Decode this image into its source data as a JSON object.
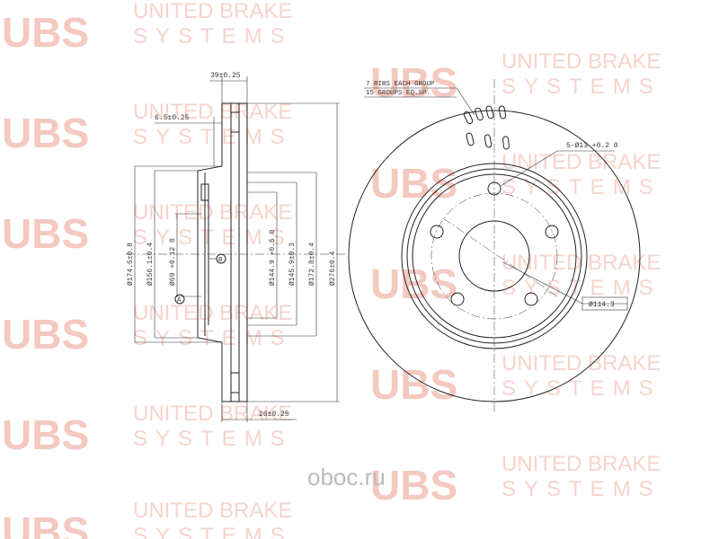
{
  "watermark": {
    "logo": "UBS",
    "line1": "UNITED BRAKE",
    "line2": "SYSTEMS"
  },
  "side_view": {
    "dim_overall_width": "39±0.25",
    "dim_hat_thickness": "6.5±0.25",
    "dim_hub_height": "26±0.25",
    "dim_d174": "Ø174.5±0.8",
    "dim_d156": "Ø156.1±0.4",
    "dim_d69": "Ø69 +0.12 0",
    "dim_d144": "Ø144.9 +0.5 0",
    "dim_d145": "Ø145.9±0.3",
    "dim_d172": "Ø172.8±0.4",
    "dim_d276": "Ø276±0.4",
    "datum_a": "A",
    "datum_b": "B"
  },
  "front_view": {
    "note_ribs_line1": "7 RIBS EACH GROUP",
    "note_ribs_line2": "15 GROUPS EQ.SP.",
    "bolt_holes": "5-Ø13 +0.2 0",
    "pcd": "Ø114.3"
  },
  "site_brand": {
    "name": "oboc.ru"
  }
}
